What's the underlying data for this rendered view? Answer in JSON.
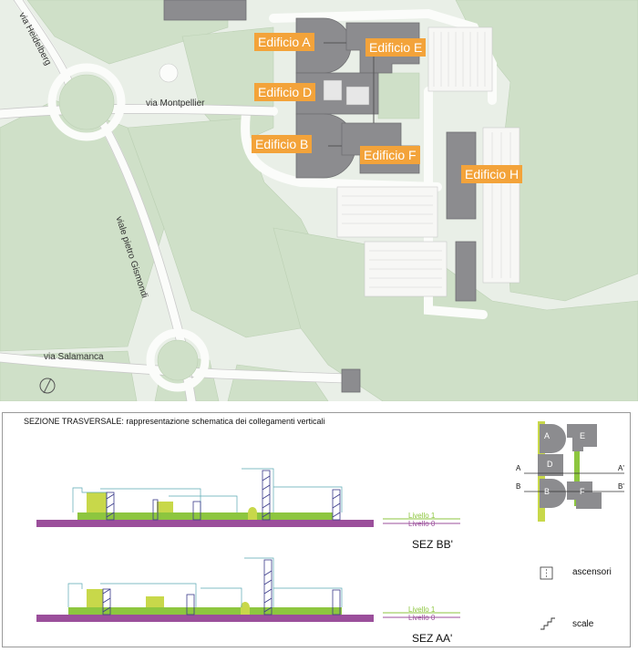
{
  "map": {
    "buildings": [
      {
        "id": "A",
        "label": "Edificio A"
      },
      {
        "id": "E",
        "label": "Edificio E"
      },
      {
        "id": "D",
        "label": "Edificio D"
      },
      {
        "id": "B",
        "label": "Edificio B"
      },
      {
        "id": "F",
        "label": "Edificio F"
      },
      {
        "id": "H",
        "label": "Edificio H"
      }
    ],
    "streets": {
      "heidelberg": "via Heidelberg",
      "montpellier": "via Montpellier",
      "gismondi": "viale pietro Gismondi",
      "salamanca": "via Salamanca"
    }
  },
  "section": {
    "title": "SEZIONE TRASVERSALE: rappresentazione schematica dei collegamenti verticali",
    "sez_bb": "SEZ BB'",
    "sez_aa": "SEZ AA'",
    "level_1": "Livello 1",
    "level_0": "Livello 0"
  },
  "key_plan": {
    "letters": [
      "A",
      "E",
      "D",
      "B",
      "F"
    ],
    "cut_a": "A",
    "cut_a2": "A'",
    "cut_b": "B",
    "cut_b2": "B'"
  },
  "legend": {
    "elevators": "ascensori",
    "stairs": "scale"
  },
  "colors": {
    "map_bg": "#e8eee6",
    "green_area": "#cfe0c8",
    "building": "#8c8c8f",
    "label_bg": "#f3a33a",
    "level_1": "#8dc63f",
    "level_0": "#9b4f9b",
    "highlight": "#c8d84a"
  }
}
